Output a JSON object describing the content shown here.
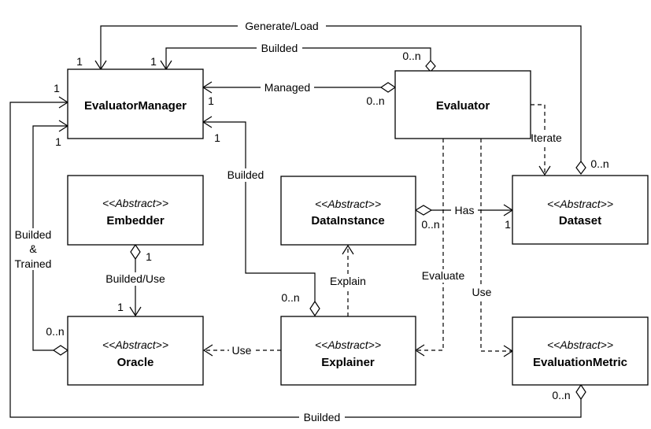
{
  "classes": {
    "evaluator_manager": {
      "stereotype": "",
      "name": "EvaluatorManager"
    },
    "evaluator": {
      "stereotype": "",
      "name": "Evaluator"
    },
    "embedder": {
      "stereotype": "<<Abstract>>",
      "name": "Embedder"
    },
    "data_instance": {
      "stereotype": "<<Abstract>>",
      "name": "DataInstance"
    },
    "dataset": {
      "stereotype": "<<Abstract>>",
      "name": "Dataset"
    },
    "oracle": {
      "stereotype": "<<Abstract>>",
      "name": "Oracle"
    },
    "explainer": {
      "stereotype": "<<Abstract>>",
      "name": "Explainer"
    },
    "evaluation_metric": {
      "stereotype": "<<Abstract>>",
      "name": "EvaluationMetric"
    }
  },
  "edges": {
    "generate_load": {
      "label": "Generate/Load",
      "mult_target": "1",
      "mult_source": "0..n"
    },
    "builded_top": {
      "label": "Builded",
      "mult_target": "1",
      "mult_source": "0..n"
    },
    "managed": {
      "label": "Managed",
      "mult_target": "1",
      "mult_source": "0..n"
    },
    "iterate": {
      "label": "Iterate"
    },
    "builded_explainer": {
      "label": "Builded",
      "mult_target": "1",
      "mult_source": "0..n"
    },
    "has": {
      "label": "Has",
      "mult_source": "0..n",
      "mult_target": "1"
    },
    "builded_trained": {
      "label_line1": "Builded",
      "label_line2": "&",
      "label_line3": "Trained",
      "mult_target": "1",
      "mult_source": "0..n"
    },
    "builded_use": {
      "label": "Builded/Use",
      "mult_source": "1",
      "mult_target": "1"
    },
    "explain": {
      "label": "Explain"
    },
    "evaluate": {
      "label": "Evaluate"
    },
    "use_metric": {
      "label": "Use"
    },
    "use_oracle": {
      "label": "Use"
    },
    "builded_bottom": {
      "label": "Builded",
      "mult_target": "1",
      "mult_source": "0..n"
    }
  }
}
